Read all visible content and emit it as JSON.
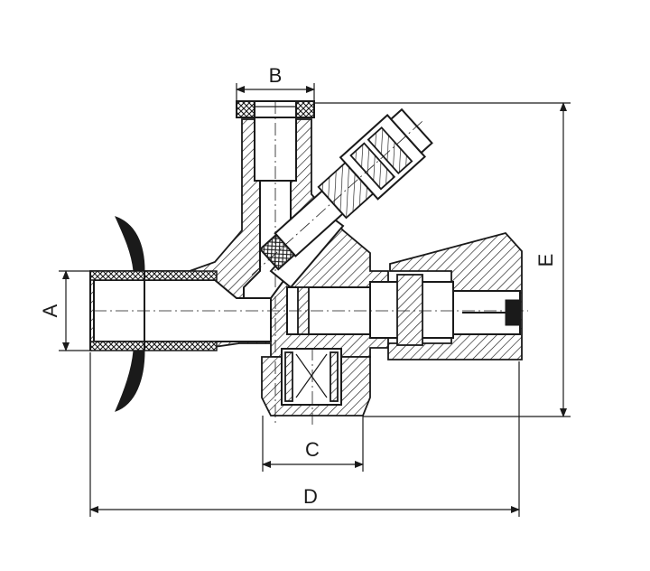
{
  "dimensions": {
    "a": "A",
    "b": "B",
    "c": "C",
    "d": "D",
    "e": "E"
  }
}
